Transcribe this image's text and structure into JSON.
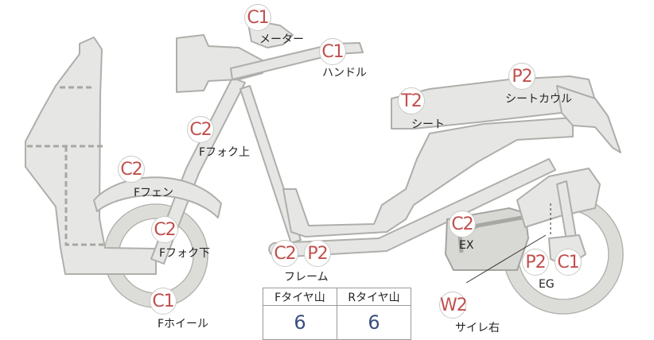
{
  "colors": {
    "rating": "#c0504d",
    "value": "#3b4f7e",
    "part": "#e6e6e4",
    "outline": "#aeaeab"
  },
  "callouts": [
    {
      "id": "meter",
      "rating": "C1",
      "label": "メーター"
    },
    {
      "id": "handle",
      "rating": "C1",
      "label": "ハンドル"
    },
    {
      "id": "fork-upper",
      "rating": "C2",
      "label": "Fフォク上"
    },
    {
      "id": "front-fender",
      "rating": "C2",
      "label": "Fフェン"
    },
    {
      "id": "fork-lower",
      "rating": "C2",
      "label": "Fフォク下"
    },
    {
      "id": "front-wheel",
      "rating": "C1",
      "label": "Fホイール"
    },
    {
      "id": "frame",
      "ratings": [
        "C2",
        "P2"
      ],
      "label": "フレーム"
    },
    {
      "id": "seat",
      "rating": "T2",
      "label": "シート"
    },
    {
      "id": "seat-cowl",
      "rating": "P2",
      "label": "シートカウル"
    },
    {
      "id": "exhaust",
      "rating": "C2",
      "label": "EX"
    },
    {
      "id": "engine",
      "ratings": [
        "P2",
        "C1"
      ],
      "label": "EG"
    },
    {
      "id": "muffler-right",
      "rating": "W2",
      "label": "サイレ右"
    }
  ],
  "tread_table": {
    "headers": [
      "Fタイヤ山",
      "Rタイヤ山"
    ],
    "values": [
      "6",
      "6"
    ]
  }
}
